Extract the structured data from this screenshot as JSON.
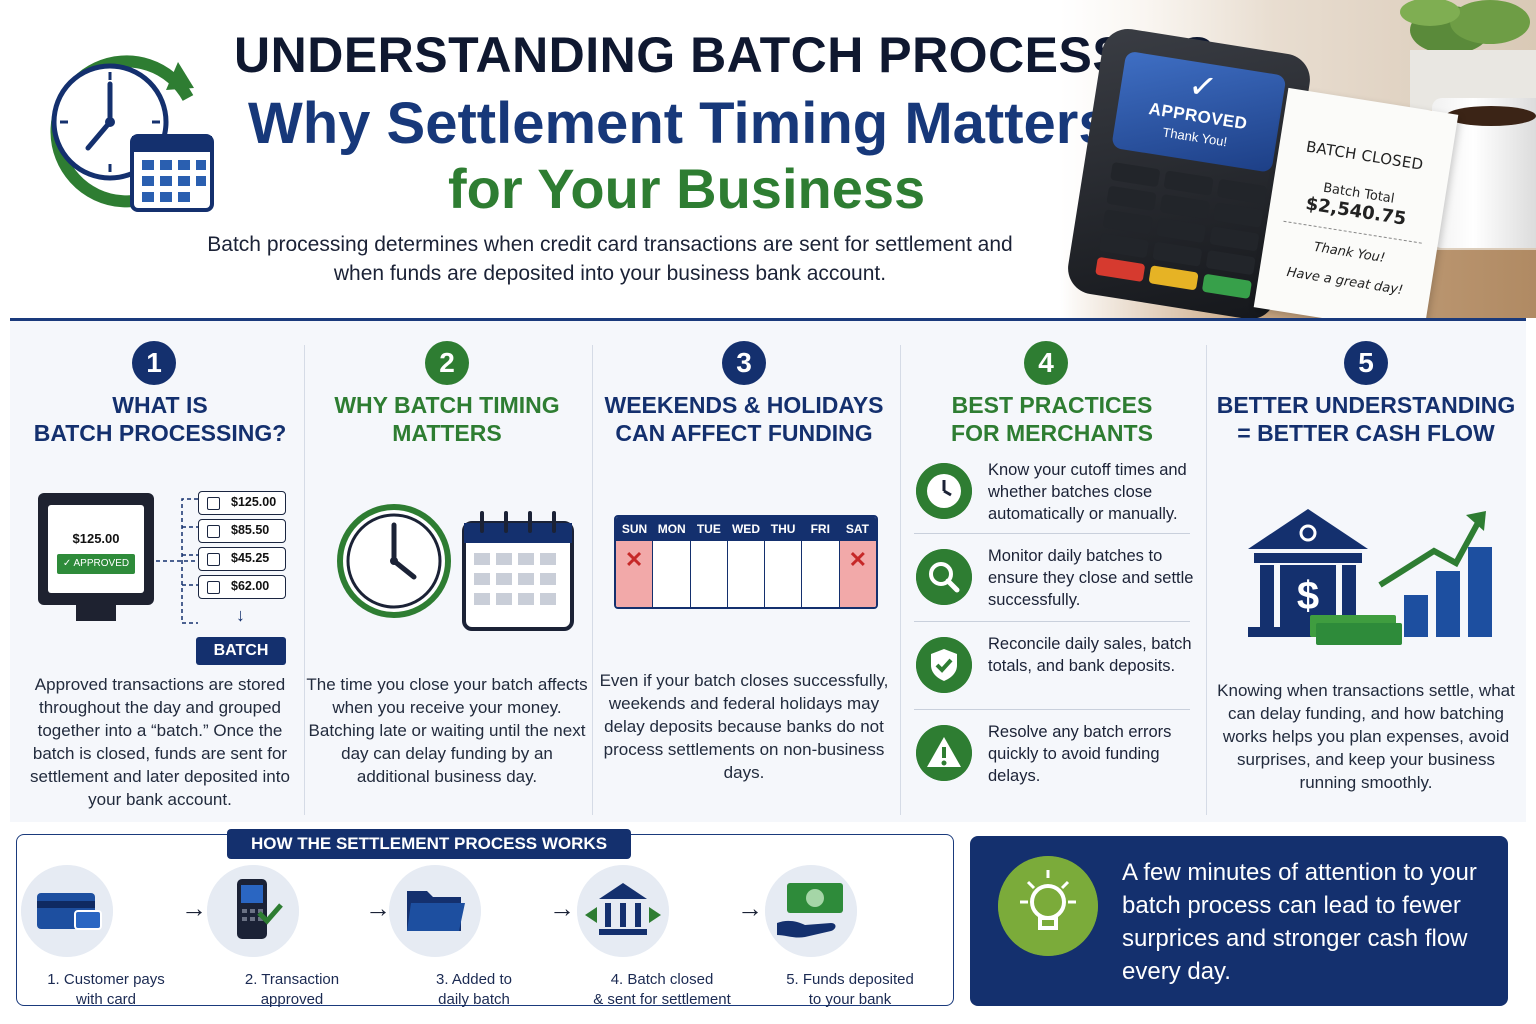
{
  "header": {
    "title_line1": "UNDERSTANDING BATCH PROCESSING:",
    "title_line2": "Why Settlement Timing Matters",
    "title_line3": "for Your Business",
    "intro": "Batch processing determines when credit card transactions are sent for settlement and when funds are deposited into your business bank account.",
    "terminal": {
      "status": "APPROVED",
      "message": "Thank You!"
    },
    "receipt": {
      "heading": "BATCH CLOSED",
      "total_label": "Batch Total",
      "total_value": "$2,540.75",
      "thanks": "Thank You!",
      "farewell": "Have a great day!"
    }
  },
  "sections": [
    {
      "number": "1",
      "title_line1": "WHAT IS",
      "title_line2": "BATCH PROCESSING?",
      "description": "Approved transactions are stored throughout the day and grouped together into a “batch.” Once the batch is closed, funds are sent for settlement and later deposited into your bank account.",
      "screen_amount": "$125.00",
      "screen_status": "APPROVED",
      "transactions": [
        "$125.00",
        "$85.50",
        "$45.25",
        "$62.00"
      ],
      "batch_label": "BATCH"
    },
    {
      "number": "2",
      "title_line1": "WHY BATCH TIMING",
      "title_line2": "MATTERS",
      "description": "The time you close your batch affects when you receive your money. Batching late or waiting until the next day can delay funding by an additional business day."
    },
    {
      "number": "3",
      "title_line1": "WEEKENDS & HOLIDAYS",
      "title_line2": "CAN AFFECT FUNDING",
      "days": [
        "SUN",
        "MON",
        "TUE",
        "WED",
        "THU",
        "FRI",
        "SAT"
      ],
      "description": "Even if your batch closes successfully, weekends and federal holidays may delay deposits because banks do not process settlements on non-business days."
    },
    {
      "number": "4",
      "title_line1": "BEST PRACTICES",
      "title_line2": "FOR MERCHANTS",
      "tips": [
        {
          "icon": "clock-icon",
          "text": "Know your cutoff times and whether batches close automatically or manually."
        },
        {
          "icon": "magnifier-icon",
          "text": "Monitor daily batches to ensure they close and settle successfully."
        },
        {
          "icon": "shield-check-icon",
          "text": "Reconcile daily sales, batch totals, and bank deposits."
        },
        {
          "icon": "warning-icon",
          "text": "Resolve any batch errors quickly to avoid funding delays."
        }
      ]
    },
    {
      "number": "5",
      "title_line1": "BETTER UNDERSTANDING",
      "title_line2": "= BETTER CASH FLOW",
      "description": "Knowing when transactions settle, what can delay funding, and how batching works helps you plan expenses, avoid surprises, and keep your business running smoothly."
    }
  ],
  "process": {
    "title": "HOW THE SETTLEMENT PROCESS WORKS",
    "steps": [
      {
        "line1": "1. Customer pays",
        "line2": "with card",
        "icon": "credit-card-icon"
      },
      {
        "line1": "2. Transaction",
        "line2": "approved",
        "icon": "phone-check-icon"
      },
      {
        "line1": "3. Added to",
        "line2": "daily batch",
        "icon": "folder-icon"
      },
      {
        "line1": "4. Batch closed",
        "line2": "& sent for settlement",
        "icon": "bank-arrows-icon"
      },
      {
        "line1": "5. Funds deposited",
        "line2": "to your bank",
        "icon": "cash-hand-icon"
      }
    ]
  },
  "callout": {
    "text": "A few minutes of attention to your batch process can lead to fewer surprices and stronger cash flow every day."
  },
  "colors": {
    "navy": "#14306e",
    "green": "#2e7d32",
    "red_day": "#f2a9a9",
    "lime": "#7bab3a"
  }
}
